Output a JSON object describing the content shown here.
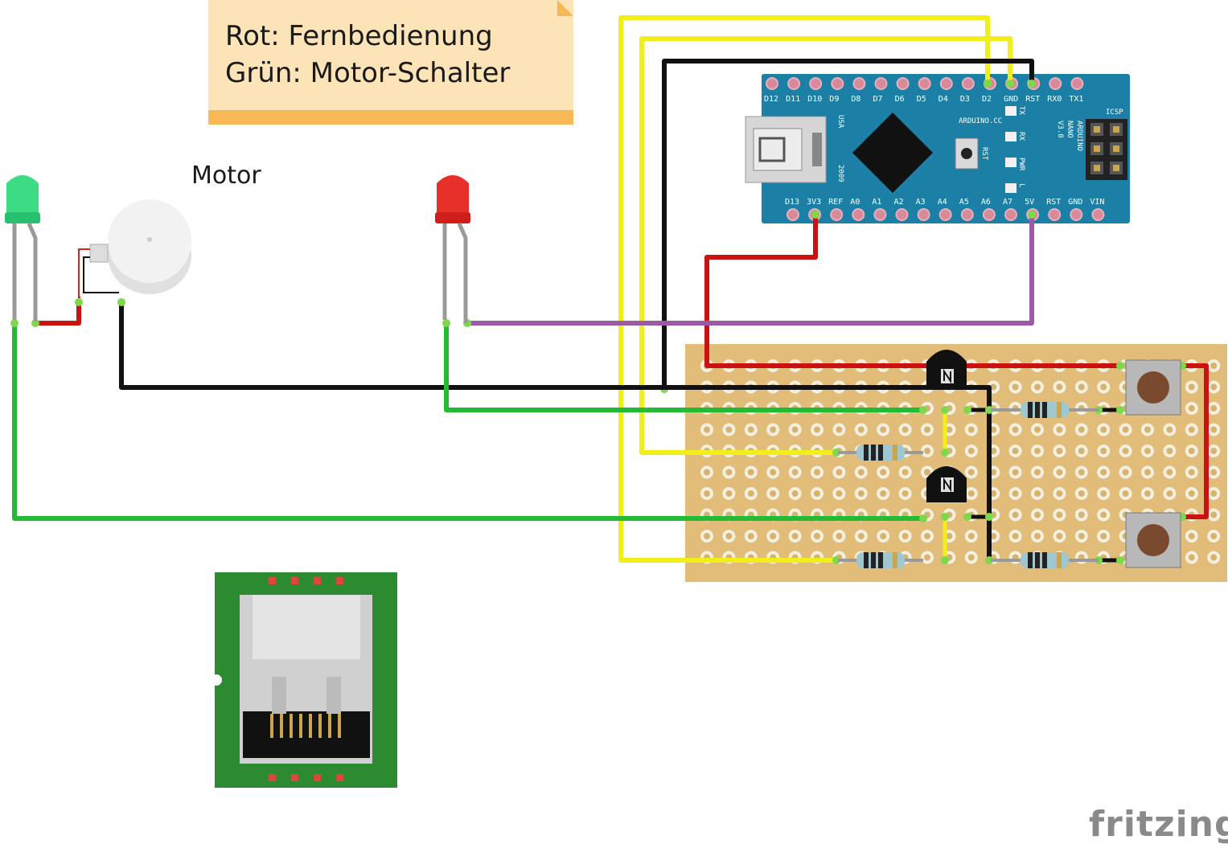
{
  "note": {
    "line1": "Rot: Fernbedienung",
    "line2": "Grün: Motor-Schalter"
  },
  "motor_label": "Motor",
  "arduino": {
    "name_lines": [
      "ARDUINO",
      "NANO",
      "V3.0"
    ],
    "brand": "ARDUINO.CC",
    "usa": "USA",
    "year": "2009",
    "icsp": "ICSP",
    "rst": "RST",
    "leds": [
      "TX",
      "RX",
      "PWR",
      "L"
    ],
    "top_pins": [
      "D12",
      "D11",
      "D10",
      "D9",
      "D8",
      "D7",
      "D6",
      "D5",
      "D4",
      "D3",
      "D2",
      "GND",
      "RST",
      "RX0",
      "TX1"
    ],
    "bottom_pins": [
      "D13",
      "3V3",
      "REF",
      "A0",
      "A1",
      "A2",
      "A3",
      "A4",
      "A5",
      "A6",
      "A7",
      "5V",
      "RST",
      "GND",
      "VIN"
    ]
  },
  "logo": "fritzing",
  "colors": {
    "wire_red": "#cc1111",
    "wire_green": "#22bb33",
    "wire_yellow": "#f2ee1a",
    "wire_black": "#111111",
    "wire_purple": "#9b59a6",
    "board_blue": "#1b7fa6",
    "stripboard": "#e2bd7a",
    "note_bg": "#fde3b8"
  }
}
